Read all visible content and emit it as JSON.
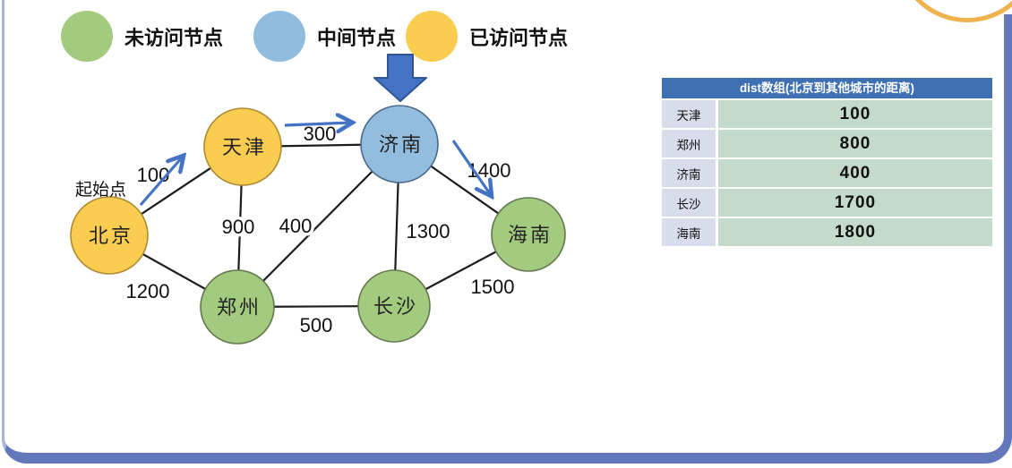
{
  "legend": {
    "items": [
      {
        "label": "未访问节点",
        "state": "unvisited",
        "color": "#A3CB7F"
      },
      {
        "label": "中间节点",
        "state": "intermediate",
        "color": "#8FBCDF"
      },
      {
        "label": "已访问节点",
        "state": "visited",
        "color": "#FACD51"
      }
    ]
  },
  "graph": {
    "start_label": "起始点",
    "nodes": [
      {
        "id": "beijing",
        "label": "北京",
        "state": "visited"
      },
      {
        "id": "tianjin",
        "label": "天津",
        "state": "visited"
      },
      {
        "id": "jinan",
        "label": "济南",
        "state": "intermediate"
      },
      {
        "id": "hainan",
        "label": "海南",
        "state": "unvisited"
      },
      {
        "id": "zhengzhou",
        "label": "郑州",
        "state": "unvisited"
      },
      {
        "id": "changsha",
        "label": "长沙",
        "state": "unvisited"
      }
    ],
    "edges": [
      {
        "from": "beijing",
        "to": "tianjin",
        "weight": "100"
      },
      {
        "from": "beijing",
        "to": "zhengzhou",
        "weight": "1200"
      },
      {
        "from": "tianjin",
        "to": "jinan",
        "weight": "300"
      },
      {
        "from": "tianjin",
        "to": "zhengzhou",
        "weight": "900"
      },
      {
        "from": "zhengzhou",
        "to": "jinan",
        "weight": "400"
      },
      {
        "from": "jinan",
        "to": "changsha",
        "weight": "1300"
      },
      {
        "from": "zhengzhou",
        "to": "changsha",
        "weight": "500"
      },
      {
        "from": "jinan",
        "to": "hainan",
        "weight": "1400"
      },
      {
        "from": "changsha",
        "to": "hainan",
        "weight": "1500"
      }
    ],
    "highlighted_path": [
      "beijing",
      "tianjin",
      "jinan",
      "hainan"
    ],
    "current_node_pointer": "jinan"
  },
  "dist_table": {
    "title": "dist数组(北京到其他城市的距离)",
    "rows": [
      {
        "city": "天津",
        "distance": "100"
      },
      {
        "city": "郑州",
        "distance": "800"
      },
      {
        "city": "济南",
        "distance": "400"
      },
      {
        "city": "长沙",
        "distance": "1700"
      },
      {
        "city": "海南",
        "distance": "1800"
      }
    ]
  },
  "colors": {
    "unvisited_node": "#A3CB7F",
    "intermediate_node": "#92BDDE",
    "visited_node": "#FACD51",
    "path_arrow": "#4472C4",
    "frame_border": "#6377BB",
    "table_header_bg": "#4070B4",
    "table_city_bg": "#D9DDEB",
    "table_value_bg": "#C4DACD",
    "corner_arc": "#F0B14E"
  }
}
